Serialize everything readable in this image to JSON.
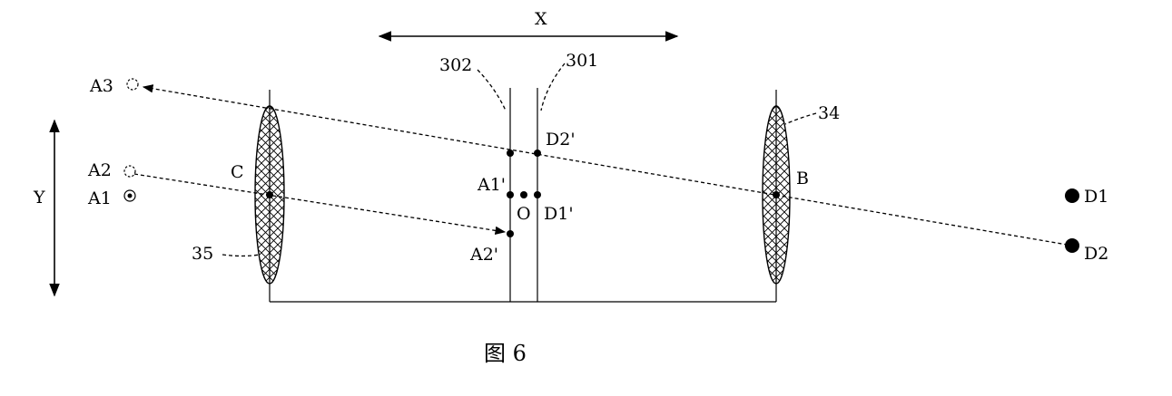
{
  "figure": {
    "caption": "图 6",
    "axis_labels": {
      "x": "X",
      "y": "Y"
    },
    "reference_numerals": {
      "n302": "302",
      "n301": "301",
      "n34": "34",
      "n35": "35"
    },
    "point_labels": {
      "A3": "A3",
      "A2": "A2",
      "A1": "A1",
      "C": "C",
      "A1p": "A1'",
      "O": "O",
      "D1p": "D1'",
      "D2p": "D2'",
      "A2p": "A2'",
      "B": "B",
      "D1": "D1",
      "D2": "D2"
    }
  }
}
